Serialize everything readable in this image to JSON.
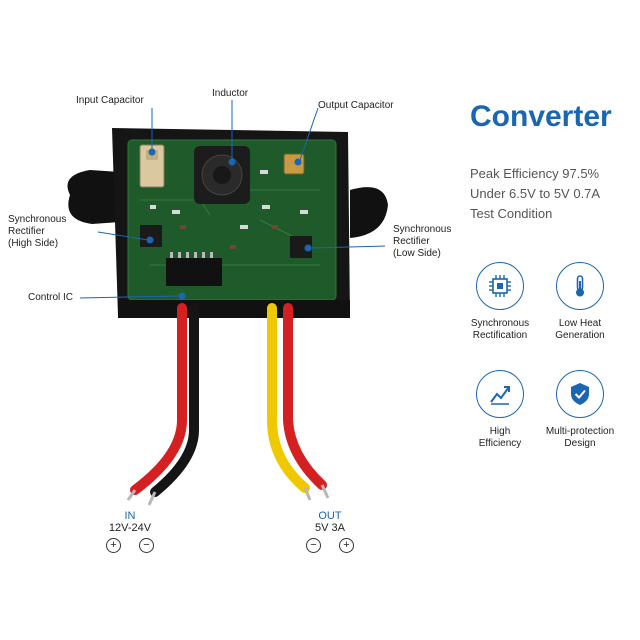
{
  "callouts": {
    "input_capacitor": "Input Capacitor",
    "inductor": "Inductor",
    "output_capacitor": "Output Capacitor",
    "sync_high_line1": "Synchronous",
    "sync_high_line2": "Rectifier",
    "sync_high_line3": "(High Side)",
    "sync_low_line1": "Synchronous",
    "sync_low_line2": "Rectifier",
    "sync_low_line3": "(Low Side)",
    "control_ic": "Control IC"
  },
  "title": "Converter",
  "specs": {
    "line1": "Peak Efficiency 97.5%",
    "line2": "Under 6.5V to 5V 0.7A",
    "line3": "Test Condition"
  },
  "features": [
    {
      "icon": "chip-icon",
      "line1": "Synchronous",
      "line2": "Rectification"
    },
    {
      "icon": "thermometer-icon",
      "line1": "Low Heat",
      "line2": "Generation"
    },
    {
      "icon": "efficiency-icon",
      "line1": "High",
      "line2": "Efficiency"
    },
    {
      "icon": "shield-check-icon",
      "line1": "Multi-protection",
      "line2": "Design"
    }
  ],
  "terminals": {
    "in_label": "IN",
    "in_voltage": "12V-24V",
    "out_label": "OUT",
    "out_voltage": "5V 3A",
    "plus": "+",
    "minus": "−"
  },
  "colors": {
    "accent": "#1a66b3",
    "pcb": "#1f5a2a",
    "wire_red": "#d42020",
    "wire_black": "#151515",
    "wire_yellow": "#f0c800"
  }
}
